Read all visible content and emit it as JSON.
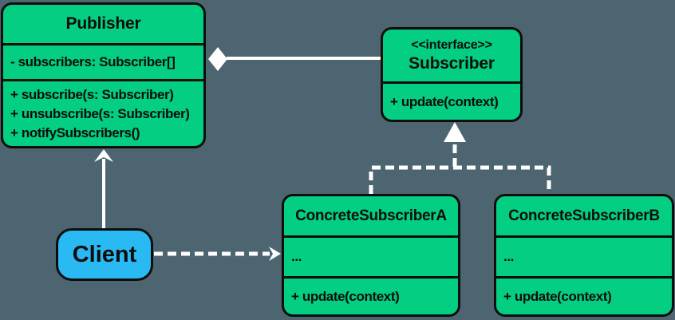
{
  "palette": {
    "background": "#4D6570",
    "class_box_green": "#03CE81",
    "client_box_blue": "#29B9F3",
    "connector_white": "#FFFFFF",
    "border_and_text_black": "#0D0D0D"
  },
  "classes": {
    "publisher": {
      "title": "Publisher",
      "attributes": [
        "- subscribers: Subscriber[]"
      ],
      "methods": [
        "+ subscribe(s: Subscriber)",
        "+ unsubscribe(s: Subscriber)",
        "+ notifySubscribers()"
      ]
    },
    "subscriber": {
      "stereotype": "<<interface>>",
      "title": "Subscriber",
      "methods": [
        "+ update(context)"
      ]
    },
    "concrete_subscriber_a": {
      "title": "ConcreteSubscriberA",
      "attributes": [
        "..."
      ],
      "methods": [
        "+ update(context)"
      ]
    },
    "concrete_subscriber_b": {
      "title": "ConcreteSubscriberB",
      "attributes": [
        "..."
      ],
      "methods": [
        "+ update(context)"
      ]
    },
    "client": {
      "title": "Client"
    }
  },
  "relationships": [
    {
      "type": "aggregation",
      "from": "Publisher",
      "to": "Subscriber",
      "marker": "white-diamond-at-publisher",
      "line": "solid"
    },
    {
      "type": "realization",
      "from": "ConcreteSubscriberA",
      "to": "Subscriber",
      "marker": "white-triangle-at-subscriber",
      "line": "dashed"
    },
    {
      "type": "realization",
      "from": "ConcreteSubscriberB",
      "to": "Subscriber",
      "marker": "white-triangle-at-subscriber",
      "line": "dashed"
    },
    {
      "type": "association",
      "from": "Client",
      "to": "Publisher",
      "marker": "arrow-at-publisher",
      "line": "solid"
    },
    {
      "type": "dependency",
      "from": "Client",
      "to": "ConcreteSubscriberA",
      "marker": "arrow-at-subscriber-a",
      "line": "dashed"
    }
  ]
}
